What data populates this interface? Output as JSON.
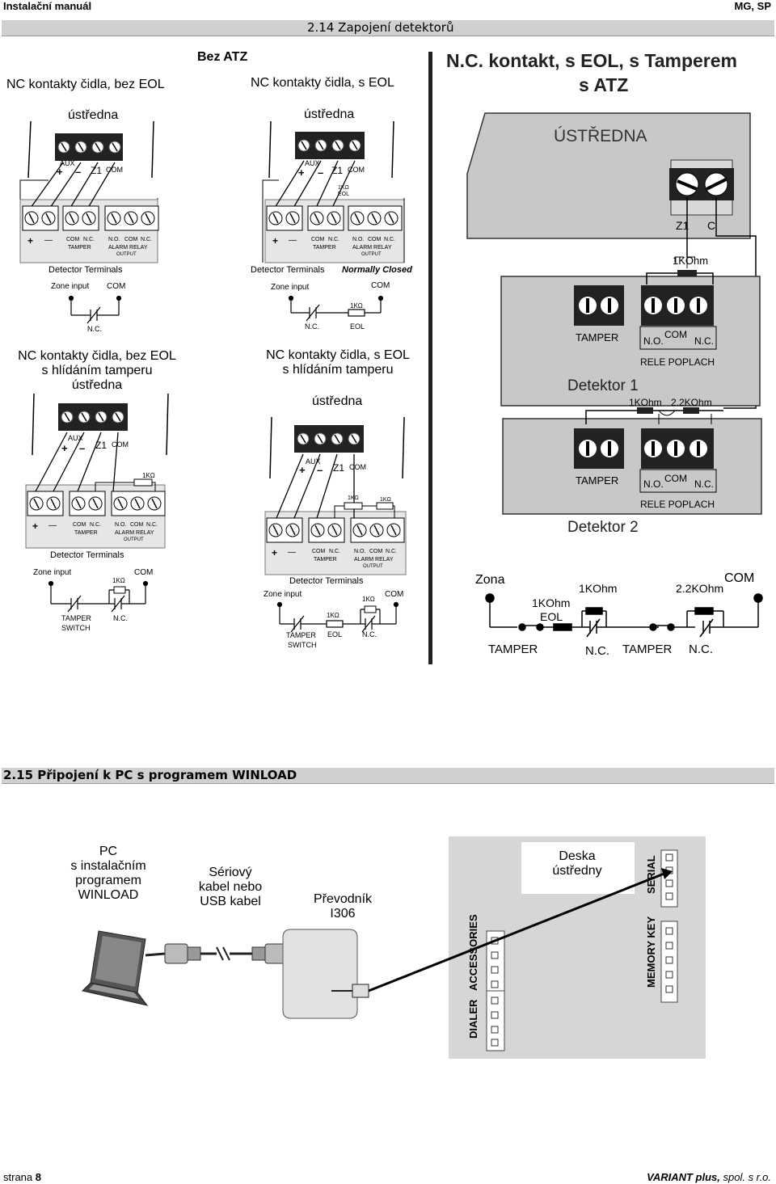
{
  "header": {
    "left": "Instalační manuál",
    "right": "MG, SP"
  },
  "section1": {
    "title": "2.14 Zapojení detektorů",
    "bez_atz": "Bez ATZ",
    "diag_a_title": "NC kontakty čidla, bez EOL",
    "diag_b_title": "NC kontakty čidla, s EOL",
    "diag_c_title": "NC kontakty čidla, bez EOL",
    "diag_c_title2": "s hlídáním tamperu",
    "diag_d_title": "NC kontakty čidla, s EOL",
    "diag_d_title2": "s hlídáním tamperu",
    "ustredna": "ústředna",
    "panel_labels": {
      "aux": "AUX",
      "z1": "Z1",
      "com": "COM",
      "plus": "+",
      "minus": "–"
    },
    "terminal_labels": {
      "plus": "+",
      "minus": "—",
      "com": "COM",
      "nc": "N.C.",
      "no": "N.O.",
      "tamper": "TAMPER",
      "alarm_relay": "ALARM RELAY",
      "output": "OUTPUT"
    },
    "detector_terminals": "Detector Terminals",
    "normally_closed": "Normally Closed",
    "zone_input": "Zone input",
    "com": "COM",
    "nc": "N.C.",
    "eol": "EOL",
    "r1k": "1KΩ",
    "tamper_switch_1": "TAMPER",
    "tamper_switch_2": "SWITCH",
    "right_title_1": "N.C. kontakt, s EOL, s Tamperem",
    "right_title_2": "s ATZ",
    "right_ustredna": "ÚSTŘEDNA",
    "z1": "Z1",
    "c": "C",
    "r_1kohm": "1KOhm",
    "r_2k2ohm": "2.2KOhm",
    "tamper": "TAMPER",
    "rele_poplach": "RELE POPLACH",
    "no": "N.O.",
    "detektor_1": "Detektor 1",
    "detektor_2": "Detektor 2",
    "zona": "Zona",
    "eol_1kohm": "1KOhm",
    "eol_label": "EOL"
  },
  "section2": {
    "title": "2.15 Připojení k PC s programem WINLOAD",
    "pc_lines": [
      "PC",
      "s instalačním",
      "programem",
      "WINLOAD"
    ],
    "cable_lines": [
      "Sériový",
      "kabel nebo",
      "USB kabel"
    ],
    "converter_lines": [
      "Převodník",
      "I306"
    ],
    "board_lines": [
      "Deska",
      "ústředny"
    ],
    "serial": "SERIAL",
    "memory_key": "MEMORY KEY",
    "dialer": "DIALER",
    "accessories": "ACCESSORIES"
  },
  "footer": {
    "left_prefix": "strana ",
    "page": "8",
    "right_brand": "VARIANT plus,",
    "right_rest": " spol. s r.o."
  }
}
